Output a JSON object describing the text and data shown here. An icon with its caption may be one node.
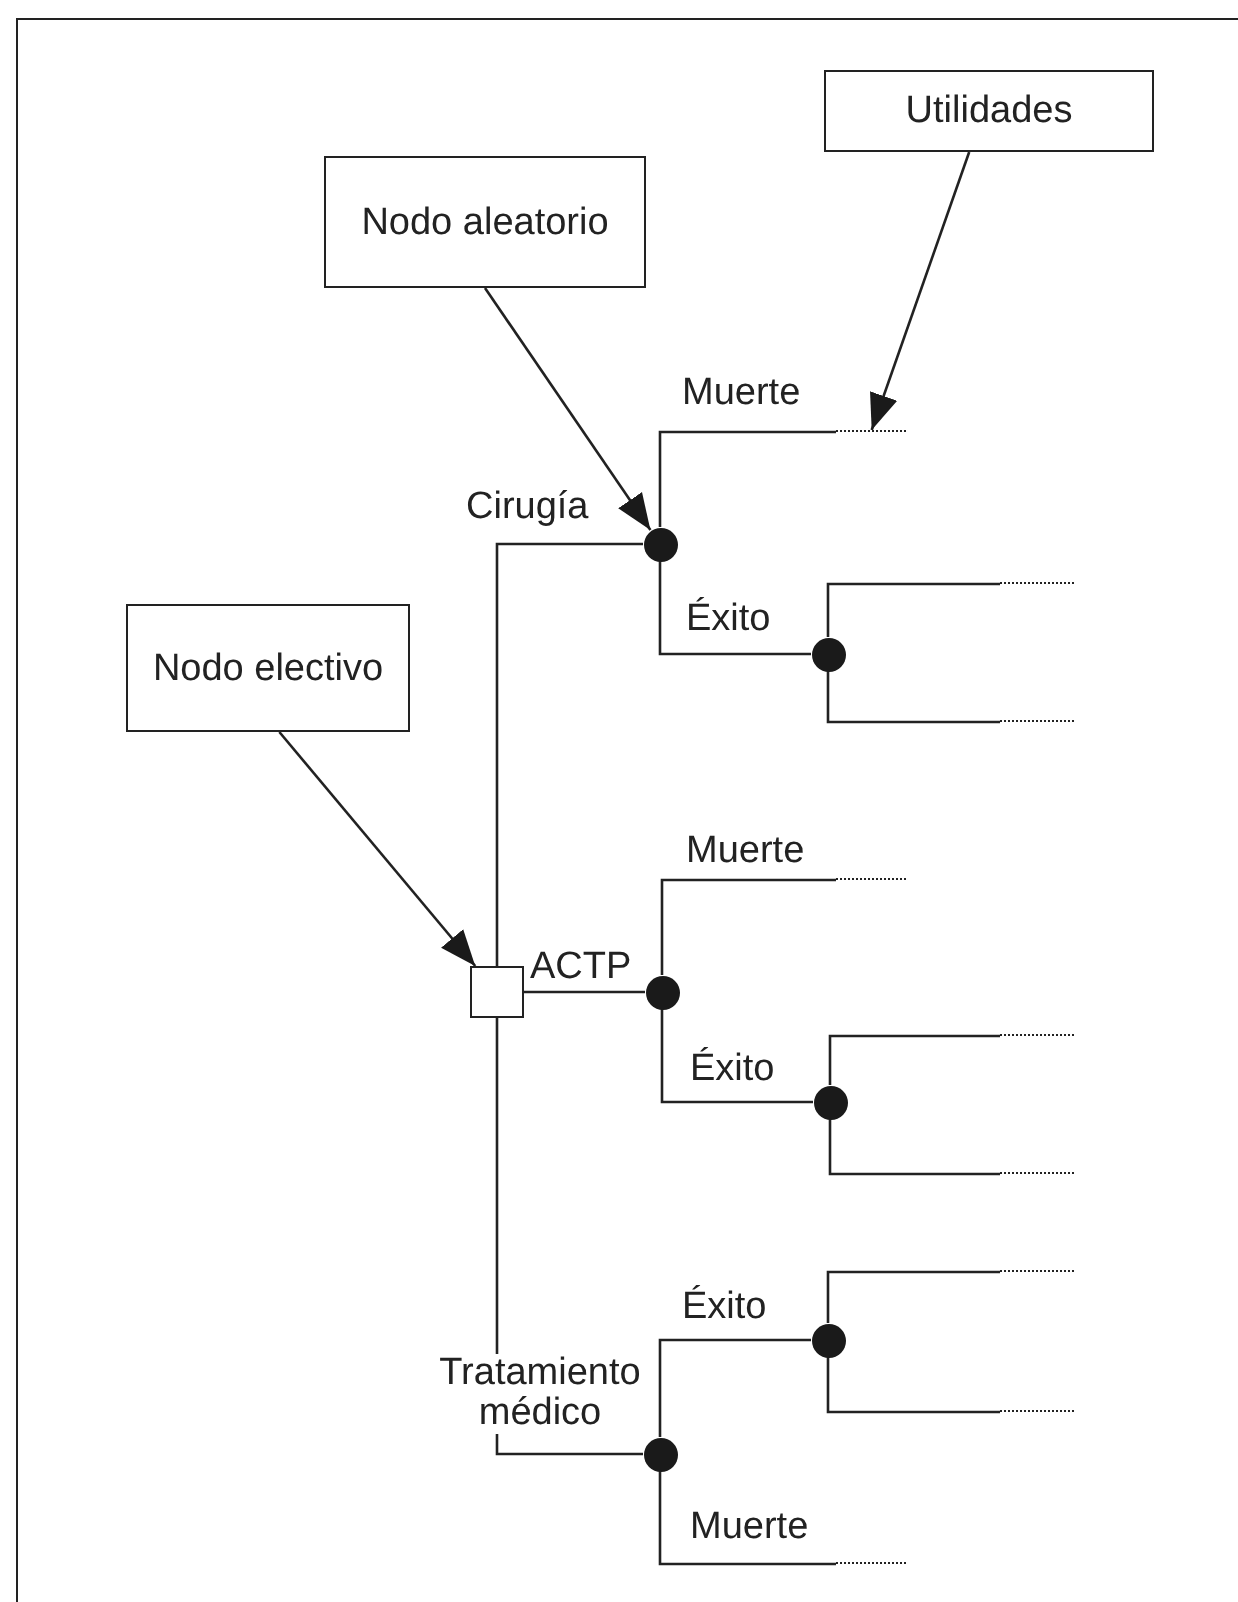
{
  "diagram": {
    "nodes": [
      {
        "text": [
          "Utilidades"
        ]
      },
      {
        "text": [
          "Nodo aleatorio"
        ]
      },
      {
        "text": [
          "Nodo electivo"
        ]
      },
      {
        "text": [],
        "shape": "box"
      },
      {
        "text": [],
        "shape": "circle"
      },
      {
        "text": [],
        "shape": "circle"
      },
      {
        "text": [],
        "shape": "circle"
      },
      {
        "text": [],
        "shape": "circle"
      },
      {
        "text": [],
        "shape": "circle"
      },
      {
        "text": [],
        "shape": "circle"
      },
      {
        "text": [],
        "shape": "line"
      },
      {
        "text": [],
        "shape": "line"
      },
      {
        "text": [],
        "shape": "line"
      },
      {
        "text": [],
        "shape": "line"
      },
      {
        "text": [],
        "shape": "line"
      },
      {
        "text": [],
        "shape": "line"
      },
      {
        "text": [],
        "shape": "line"
      },
      {
        "text": [],
        "shape": "line"
      },
      {
        "text": [],
        "shape": "line"
      }
    ],
    "edges": [
      {
        "from": 1,
        "to": 4,
        "arrow": "to"
      },
      {
        "from": 0,
        "to": 10,
        "arrow": "to"
      },
      {
        "from": 2,
        "to": 3,
        "arrow": "to"
      },
      {
        "from": 3,
        "to": 4,
        "arrow": "none",
        "label": "Cirugía"
      },
      {
        "from": 3,
        "to": 6,
        "arrow": "none",
        "label": "ACTP"
      },
      {
        "from": 3,
        "to": 8,
        "arrow": "none",
        "label": "Tratamiento médico"
      },
      {
        "from": 4,
        "to": 10,
        "arrow": "none",
        "label": "Muerte"
      },
      {
        "from": 4,
        "to": 5,
        "arrow": "none",
        "label": "Éxito"
      },
      {
        "from": 5,
        "to": 11,
        "arrow": "none"
      },
      {
        "from": 5,
        "to": 12,
        "arrow": "none"
      },
      {
        "from": 6,
        "to": 13,
        "arrow": "none",
        "label": "Muerte"
      },
      {
        "from": 6,
        "to": 7,
        "arrow": "none",
        "label": "Éxito"
      },
      {
        "from": 7,
        "to": 14,
        "arrow": "none"
      },
      {
        "from": 7,
        "to": 15,
        "arrow": "none"
      },
      {
        "from": 8,
        "to": 9,
        "arrow": "none",
        "label": "Éxito"
      },
      {
        "from": 8,
        "to": 18,
        "arrow": "none",
        "label": "Muerte"
      },
      {
        "from": 9,
        "to": 16,
        "arrow": "none"
      },
      {
        "from": 9,
        "to": 17,
        "arrow": "none"
      }
    ]
  }
}
